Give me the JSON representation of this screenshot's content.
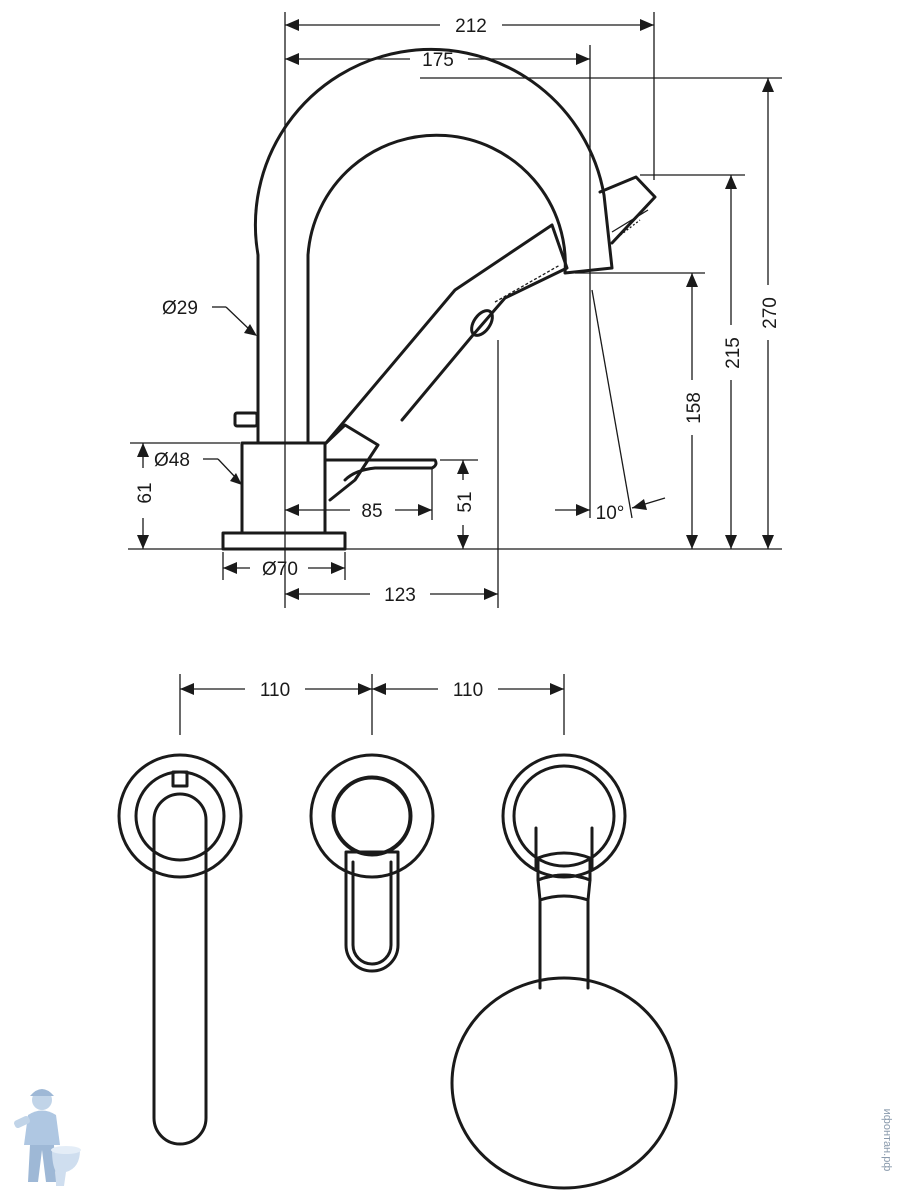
{
  "side_view": {
    "dim_width_overall": "212",
    "dim_spout_reach": "175",
    "dim_height_overall": "270",
    "dim_handshower_height": "215",
    "dim_spout_height": "158",
    "dim_handle_height": "51",
    "dim_base_height": "61",
    "dim_spout_diameter": "Ø29",
    "dim_body_diameter": "Ø48",
    "dim_base_diameter": "Ø70",
    "dim_handle_length": "85",
    "dim_spout_offset": "123",
    "dim_angle": "10°"
  },
  "top_view": {
    "dim_spacing_left": "110",
    "dim_spacing_right": "110"
  },
  "watermark": "ифонтан.рф",
  "logo_icon": "plumber-mascot-icon"
}
